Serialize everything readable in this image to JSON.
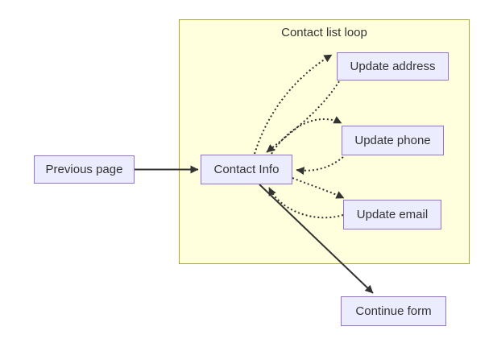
{
  "diagram": {
    "type": "flowchart",
    "cluster": {
      "title": "Contact list loop"
    },
    "nodes": [
      {
        "id": "previous-page",
        "label": "Previous page"
      },
      {
        "id": "contact-info",
        "label": "Contact Info"
      },
      {
        "id": "update-address",
        "label": "Update address"
      },
      {
        "id": "update-phone",
        "label": "Update phone"
      },
      {
        "id": "update-email",
        "label": "Update email"
      },
      {
        "id": "continue-form",
        "label": "Continue form"
      }
    ],
    "edges": [
      {
        "from": "Previous page",
        "to": "Contact Info",
        "style": "solid",
        "arrow": "arrowhead"
      },
      {
        "from": "Contact Info",
        "to": "Update address",
        "style": "dotted",
        "arrow": "arrowhead"
      },
      {
        "from": "Update address",
        "to": "Contact Info",
        "style": "dotted",
        "arrow": "arrowhead"
      },
      {
        "from": "Contact Info",
        "to": "Update phone",
        "style": "dotted",
        "arrow": "arrowhead"
      },
      {
        "from": "Update phone",
        "to": "Contact Info",
        "style": "dotted",
        "arrow": "arrowhead"
      },
      {
        "from": "Contact Info",
        "to": "Update email",
        "style": "dotted",
        "arrow": "arrowhead"
      },
      {
        "from": "Update email",
        "to": "Contact Info",
        "style": "dotted",
        "arrow": "arrowhead"
      },
      {
        "from": "Contact Info",
        "to": "Continue form",
        "style": "solid",
        "arrow": "arrowhead"
      }
    ],
    "colors": {
      "node_fill": "#ececff",
      "node_border": "#9370db",
      "cluster_fill": "#ffffde",
      "cluster_border": "#aaaa33",
      "edge": "#333333",
      "text": "#333333",
      "background": "#ffffff"
    }
  }
}
